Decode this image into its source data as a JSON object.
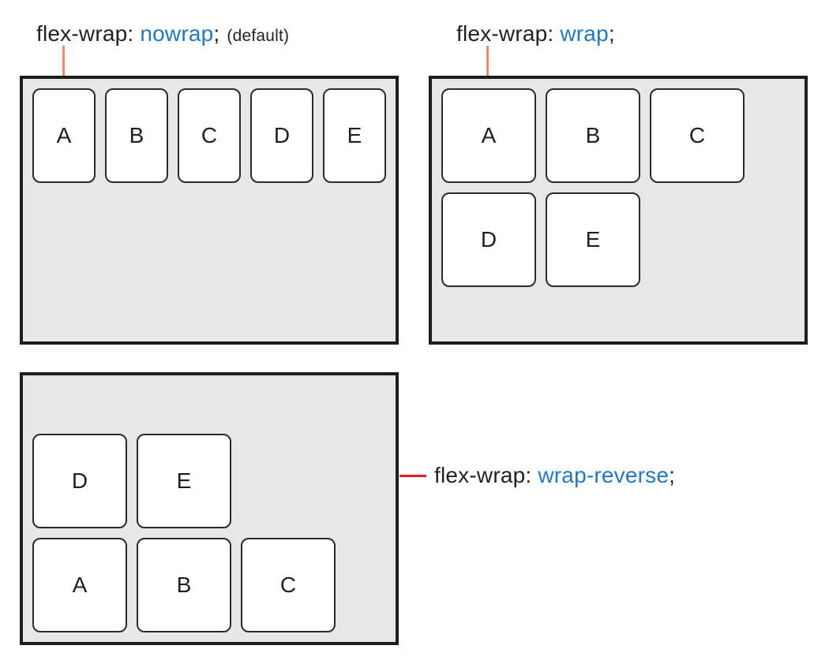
{
  "colors": {
    "accent_blue": "#1f78c8",
    "text_dark": "#231f20",
    "connector_orange": "#f28a6b",
    "connector_red": "#e02121",
    "container_bg": "#e7e7e7",
    "container_border": "#1d1d1b",
    "item_bg": "#ffffff",
    "item_border": "#2b2b29"
  },
  "labels": {
    "nowrap": {
      "prefix": "flex-wrap: ",
      "value": "nowrap",
      "suffix": ";",
      "note": "(default)"
    },
    "wrap": {
      "prefix": "flex-wrap: ",
      "value": "wrap",
      "suffix": ";"
    },
    "wrap_reverse": {
      "prefix": "flex-wrap: ",
      "value": "wrap-reverse",
      "suffix": ";"
    }
  },
  "containers": {
    "nowrap": {
      "items": [
        "A",
        "B",
        "C",
        "D",
        "E"
      ]
    },
    "wrap": {
      "items": [
        "A",
        "B",
        "C",
        "D",
        "E"
      ]
    },
    "wrap_reverse": {
      "items": [
        "A",
        "B",
        "C",
        "D",
        "E"
      ]
    }
  }
}
